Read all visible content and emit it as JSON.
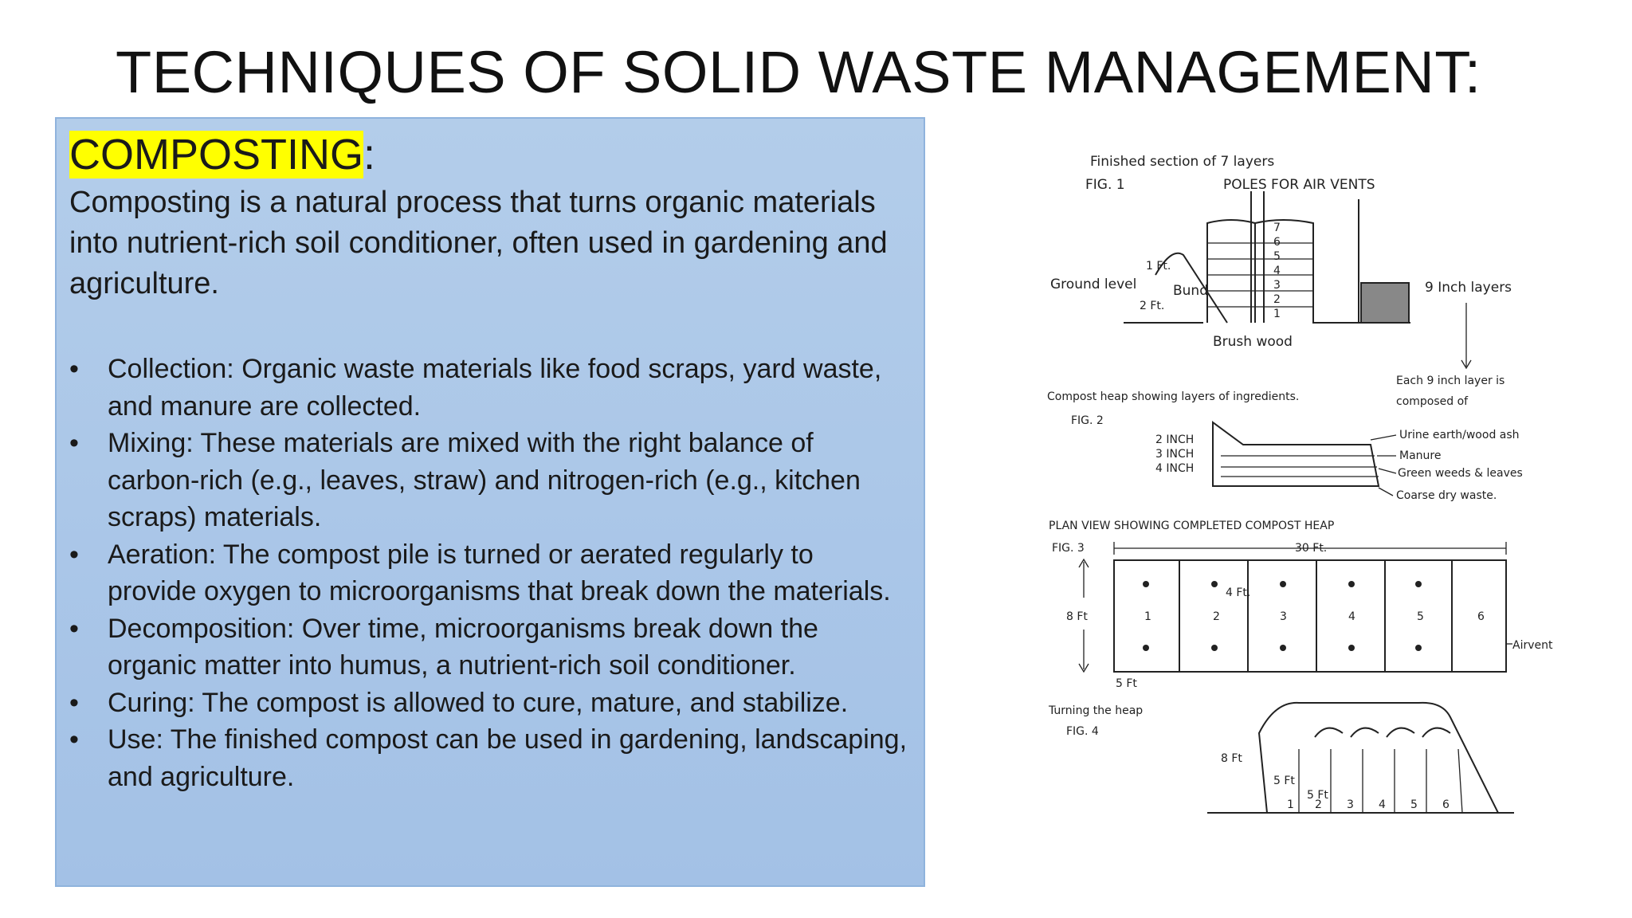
{
  "slide": {
    "title": "TECHNIQUES OF SOLID WASTE MANAGEMENT:"
  },
  "content": {
    "heading": "COMPOSTING",
    "heading_suffix": ":",
    "intro": "Composting is a natural process that turns organic materials into nutrient-rich soil conditioner, often used in gardening and agriculture.",
    "bullets": [
      "Collection: Organic waste materials like food scraps, yard waste, and manure are collected.",
      "Mixing: These materials are mixed with the right balance of carbon-rich (e.g., leaves, straw) and nitrogen-rich (e.g., kitchen scraps) materials.",
      "Aeration: The compost pile is turned or aerated regularly to provide oxygen to microorganisms that break down the materials.",
      "Decomposition: Over time, microorganisms break down the organic matter into humus, a nutrient-rich soil conditioner.",
      "Curing: The compost is allowed to cure, mature, and stabilize.",
      "Use: The finished compost can be used in gardening, landscaping, and agriculture."
    ],
    "highlight_color": "#ffff00",
    "box_color": "#a9c6e8"
  },
  "figure": {
    "fig1": {
      "caption": "Finished section of 7 layers",
      "label": "FIG. 1",
      "poles": "POLES FOR AIR VENTS",
      "ground": "Ground level",
      "bund": "Bund",
      "brush": "Brush wood",
      "one_ft": "1 Ft.",
      "two_ft": "2 Ft.",
      "layers": "9 Inch layers",
      "layer_numbers": [
        "7",
        "6",
        "5",
        "4",
        "3",
        "2",
        "1"
      ]
    },
    "fig2": {
      "caption": "Compost heap showing layers of ingredients.",
      "label": "FIG. 2",
      "each_layer": "Each 9 inch layer is",
      "composed": "composed of",
      "inch2": "2 INCH",
      "inch3": "3 INCH",
      "inch4": "4 INCH",
      "urine": "Urine earth/wood ash",
      "manure": "Manure",
      "green": "Green weeds & leaves",
      "coarse": "Coarse dry waste."
    },
    "fig3": {
      "caption": "PLAN VIEW SHOWING COMPLETED COMPOST HEAP",
      "label": "FIG. 3",
      "thirty_ft": "30 Ft.",
      "eight_ft": "8 Ft",
      "four_ft": "4 Ft.",
      "five_ft": "5 Ft",
      "airvent": "Airvent",
      "cell_numbers": [
        "1",
        "2",
        "3",
        "4",
        "5",
        "6"
      ]
    },
    "fig4": {
      "caption": "Turning the heap",
      "label": "FIG. 4",
      "eight_ft": "8 Ft",
      "five_ft_a": "5 Ft",
      "five_ft_b": "5 Ft",
      "numbers": [
        "1",
        "2",
        "3",
        "4",
        "5",
        "6"
      ]
    }
  }
}
